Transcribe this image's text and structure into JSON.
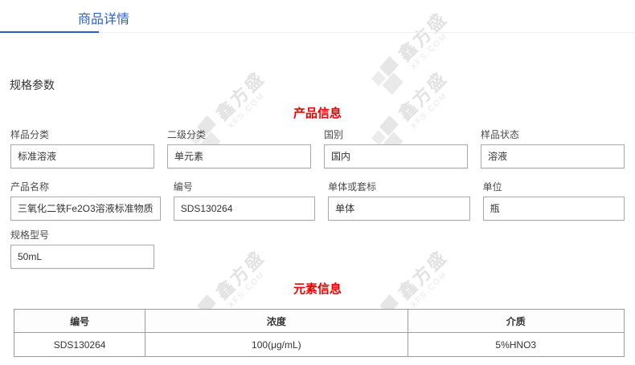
{
  "tabs": {
    "product_detail": "商品详情"
  },
  "section_title": "规格参数",
  "product_info": {
    "heading": "产品信息",
    "fields": [
      {
        "label": "样品分类",
        "value": "标准溶液"
      },
      {
        "label": "二级分类",
        "value": "单元素"
      },
      {
        "label": "国别",
        "value": "国内"
      },
      {
        "label": "样品状态",
        "value": "溶液"
      },
      {
        "label": "产品名称",
        "value": "三氧化二铁Fe2O3溶液标准物质"
      },
      {
        "label": "编号",
        "value": "SDS130264"
      },
      {
        "label": "单体或套标",
        "value": "单体"
      },
      {
        "label": "单位",
        "value": "瓶"
      },
      {
        "label": "规格型号",
        "value": "50mL"
      }
    ]
  },
  "element_info": {
    "heading": "元素信息",
    "table": {
      "headers": [
        "编号",
        "浓度",
        "介质"
      ],
      "rows": [
        [
          "SDS130264",
          "100(μg/mL)",
          "5%HNO3"
        ]
      ]
    }
  },
  "watermark": {
    "logo_text": "鑫方盛",
    "domain_text": "XFS.COM"
  },
  "colors": {
    "accent_blue": "#2a5fc9",
    "heading_red": "#f10000"
  }
}
